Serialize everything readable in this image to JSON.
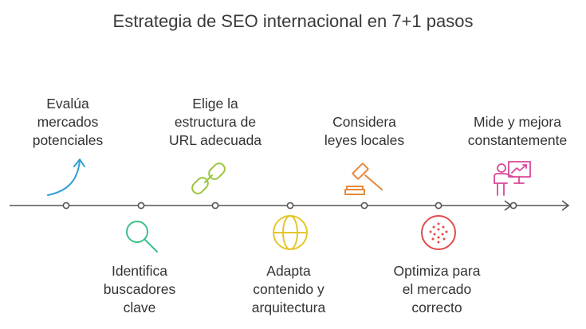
{
  "title": "Estrategia de SEO internacional en 7+1 pasos",
  "steps": [
    {
      "lines": [
        "Evalúa",
        "mercados",
        "potenciales"
      ],
      "icon": "arrow-curve-up-icon",
      "color": "#2f9fd8"
    },
    {
      "lines": [
        "Identifica",
        "buscadores",
        "clave"
      ],
      "icon": "magnifier-icon",
      "color": "#3dbf8a"
    },
    {
      "lines": [
        "Elige la",
        "estructura de",
        "URL adecuada"
      ],
      "icon": "chain-link-icon",
      "color": "#9cc43f"
    },
    {
      "lines": [
        "Adapta",
        "contenido y",
        "arquitectura"
      ],
      "icon": "globe-icon",
      "color": "#e6c52b"
    },
    {
      "lines": [
        "Considera",
        "leyes locales"
      ],
      "icon": "gavel-icon",
      "color": "#e5893a"
    },
    {
      "lines": [
        "Optimiza para",
        "el mercado",
        "correcto"
      ],
      "icon": "target-dots-icon",
      "color": "#e24b4b"
    },
    {
      "lines": [
        "Mide y mejora",
        "constantemente"
      ],
      "icon": "presenter-chart-icon",
      "color": "#d9489a"
    }
  ],
  "timeline_color": "#555555"
}
